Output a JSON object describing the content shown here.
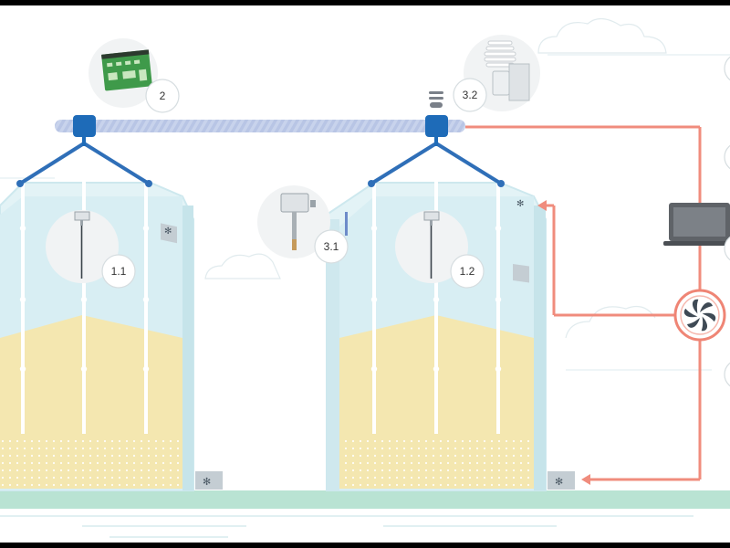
{
  "badges": {
    "probe_1_1": "1.1",
    "probe_1_2": "1.2",
    "controller": "2",
    "sensor_3_1": "3.1",
    "sensor_3_2": "3.2"
  },
  "colors": {
    "grain": "#f4e7b0",
    "silo_glass": "#e3f3f6",
    "cable": "#2f6fb8",
    "bus": "#c8d3ec",
    "control_line": "#f08c7d",
    "ground": "#b9e3d3",
    "fan_ring": "#ef8575"
  },
  "icons": [
    "controller-board-icon",
    "weather-shield-sensor-icon",
    "duct-sensor-icon",
    "grain-probe-icon",
    "laptop-icon",
    "fan-icon",
    "ventilation-grille-icon",
    "signal-bars-icon",
    "cloud-icon"
  ]
}
